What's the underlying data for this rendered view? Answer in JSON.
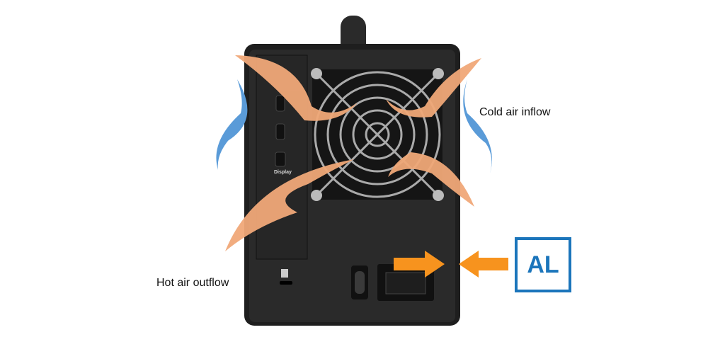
{
  "labels": {
    "cold_air": "Cold air inflow",
    "hot_air": "Hot air outflow",
    "badge": "AL",
    "port_display": "Display"
  },
  "colors": {
    "airflow_hot": "#f0a878",
    "airflow_cold": "#5a9bd8",
    "arrow": "#f7931e",
    "badge": "#1b75bb",
    "device": "#262626"
  }
}
